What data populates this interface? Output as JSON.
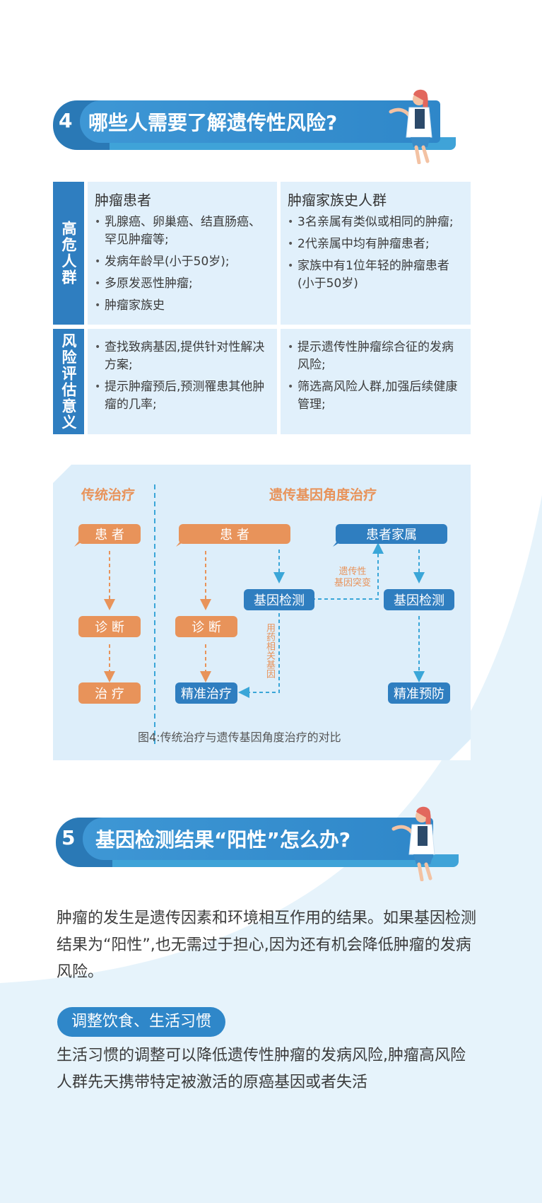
{
  "section4": {
    "number": "4",
    "title": "哪些人需要了解遗传性风险?"
  },
  "table": {
    "rows": [
      {
        "label": "高危人群",
        "left": {
          "heading": "肿瘤患者",
          "items": [
            "乳腺癌、卵巢癌、结直肠癌、罕见肿瘤等;",
            "发病年龄早(小于50岁);",
            "多原发恶性肿瘤;",
            "肿瘤家族史"
          ]
        },
        "right": {
          "heading": "肿瘤家族史人群",
          "items": [
            "3名亲属有类似或相同的肿瘤;",
            "2代亲属中均有肿瘤患者;",
            "家族中有1位年轻的肿瘤患者(小于50岁)"
          ]
        }
      },
      {
        "label": "风险评估意义",
        "left": {
          "items": [
            "查找致病基因,提供针对性解决方案;",
            "提示肿瘤预后,预测罹患其他肿瘤的几率;"
          ]
        },
        "right": {
          "items": [
            "提示遗传性肿瘤综合征的发病风险;",
            "筛选高风险人群,加强后续健康管理;"
          ]
        }
      }
    ]
  },
  "diagram": {
    "traditional_title": "传统治疗",
    "genetic_title": "遗传基因角度治疗",
    "trad_patient": "患 者",
    "trad_diagnosis": "诊 断",
    "trad_treatment": "治 疗",
    "gen_patient": "患 者",
    "gen_family": "患者家属",
    "gen_test_left": "基因检测",
    "gen_test_right": "基因检测",
    "gen_diagnosis": "诊 断",
    "gen_precise_treatment": "精准治疗",
    "gen_precise_prevention": "精准预防",
    "mutation_label": "遗传性\n基因突变",
    "drug_gene_label": "用药相关基因",
    "caption": "图4:传统治疗与遗传基因角度治疗的对比",
    "colors": {
      "orange": "#e8935a",
      "blue": "#2f7ec0",
      "dash_blue": "#3aa6d8"
    }
  },
  "section5": {
    "number": "5",
    "title": "基因检测结果“阳性”怎么办?"
  },
  "paragraph1": "肿瘤的发生是遗传因素和环境相互作用的结果。如果基因检测结果为“阳性”,也无需过于担心,因为还有机会降低肿瘤的发病风险。",
  "pill_label": "调整饮食、生活习惯",
  "paragraph2": "生活习惯的调整可以降低遗传性肿瘤的发病风险,肿瘤高风险人群先天携带特定被激活的原癌基因或者失活"
}
